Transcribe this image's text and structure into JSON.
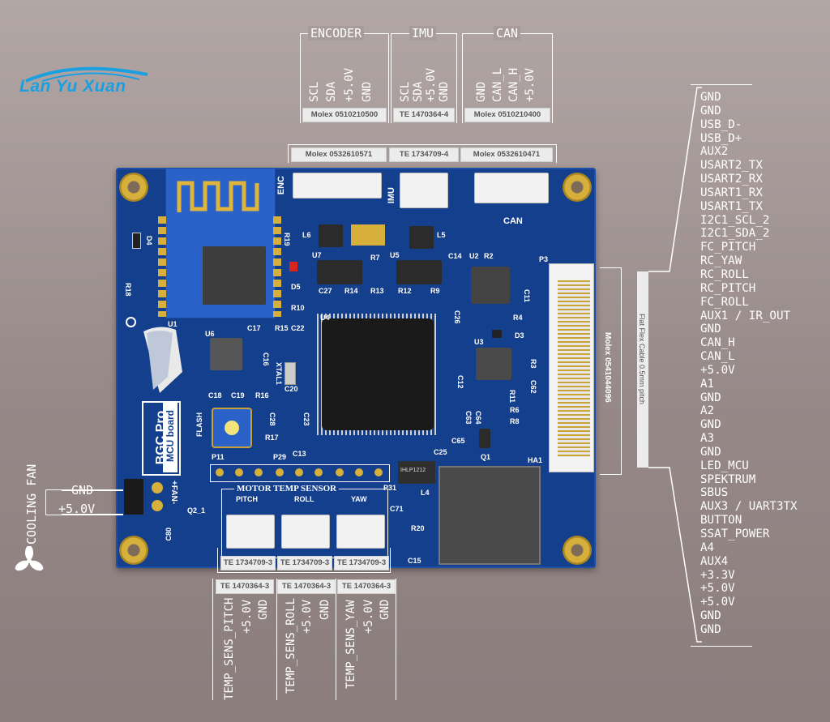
{
  "logo": {
    "text": "Lan Yu Xuan"
  },
  "top_connectors": [
    {
      "title": "ENCODER",
      "pins": [
        "SCL",
        "SDA",
        "+5.0V",
        "GND"
      ],
      "part": "Molex 0510210500",
      "board_part": "Molex 0532610571"
    },
    {
      "title": "IMU",
      "pins": [
        "SCL",
        "SDA",
        "+5.0V",
        "GND"
      ],
      "part": "TE 1470364-4",
      "board_part": "TE 1734709-4"
    },
    {
      "title": "CAN",
      "pins": [
        "GND",
        "CAN_L",
        "CAN_H",
        "+5.0V"
      ],
      "part": "Molex 0510210400",
      "board_part": "Molex 0532610471"
    }
  ],
  "right_connector": {
    "part": "Molex 0541044096",
    "cable": "Flat Flex Cable 0.5mm pitch",
    "pins": [
      "GND",
      "GND",
      "USB_D-",
      "USB_D+",
      "AUX2",
      "USART2_TX",
      "USART2_RX",
      "USART1_RX",
      "USART1_TX",
      "I2C1_SCL_2",
      "I2C1_SDA_2",
      "FC_PITCH",
      "RC_YAW",
      "RC_ROLL",
      "RC_PITCH",
      "FC_ROLL",
      "AUX1 / IR_OUT",
      "GND",
      "CAN_H",
      "CAN_L",
      "+5.0V",
      "A1",
      "GND",
      "A2",
      "GND",
      "A3",
      "GND",
      "LED_MCU",
      "SPEKTRUM",
      "SBUS",
      "AUX3 / UART3TX",
      "BUTTON",
      "SSAT_POWER",
      "A4",
      "AUX4",
      "+3.3V",
      "+5.0V",
      "+5.0V",
      "GND",
      "GND"
    ]
  },
  "bottom_connectors": [
    {
      "board_part": "TE 1734709-3",
      "part": "TE 1470364-3",
      "pins": [
        "TEMP_SENS_PITCH",
        "+5.0V",
        "GND"
      ]
    },
    {
      "board_part": "TE 1734709-3",
      "part": "TE 1470364-3",
      "pins": [
        "TEMP_SENS_ROLL",
        "+5.0V",
        "GND"
      ]
    },
    {
      "board_part": "TE 1734709-3",
      "part": "TE 1470364-3",
      "pins": [
        "TEMP_SENS_YAW",
        "+5.0V",
        "GND"
      ]
    }
  ],
  "cooling_fan": {
    "label": "COOLING FAN",
    "pins": [
      "GND",
      "+5.0V"
    ],
    "board_label": "+FAN-"
  },
  "board": {
    "name_line1": "BGC Pro",
    "name_line2": "MCU board",
    "motor_temp_title": "MOTOR TEMP SENSOR",
    "motor_temp_labels": [
      "PITCH",
      "ROLL",
      "YAW"
    ],
    "silk": {
      "enc": "ENC",
      "imu": "IMU",
      "can": "CAN",
      "flash": "FLASH",
      "ha1": "HA1",
      "p3": "P3",
      "p11": "P11",
      "p29": "P29",
      "p31": "P31",
      "u1": "U1",
      "u2": "U2",
      "u3": "U3",
      "u4": "U4",
      "u5": "U5",
      "u6": "U6",
      "u7": "U7",
      "l4": "L4",
      "l5": "L5",
      "l6": "L6",
      "d3": "D3",
      "d4": "D4",
      "d5": "D5",
      "q1": "Q1",
      "q2": "Q2_1",
      "xtal": "XTAL1",
      "inductor": "IHLP1212",
      "r18": "R18",
      "r19": "R19",
      "r10": "R10",
      "r15": "R15",
      "r16": "R16",
      "r17": "R17",
      "r7": "R7",
      "r14": "R14",
      "r13": "R13",
      "r12": "R12",
      "r9": "R9",
      "r2": "R2",
      "r4": "R4",
      "r3": "R3",
      "r11": "R11",
      "r6": "R6",
      "r8": "R8",
      "r20": "R20",
      "c17": "C17",
      "c22": "C22",
      "c16": "C16",
      "c18": "C18",
      "c19": "C19",
      "c20": "C20",
      "c23": "C23",
      "c28": "C28",
      "c13": "C13",
      "c25": "C25",
      "c27": "C27",
      "c14": "C14",
      "c11": "C11",
      "c26": "C26",
      "c12": "C12",
      "c62": "C62",
      "c63": "C63",
      "c64": "C64",
      "c65": "C65",
      "c71": "C71",
      "c80": "C80",
      "c15": "C15"
    }
  }
}
